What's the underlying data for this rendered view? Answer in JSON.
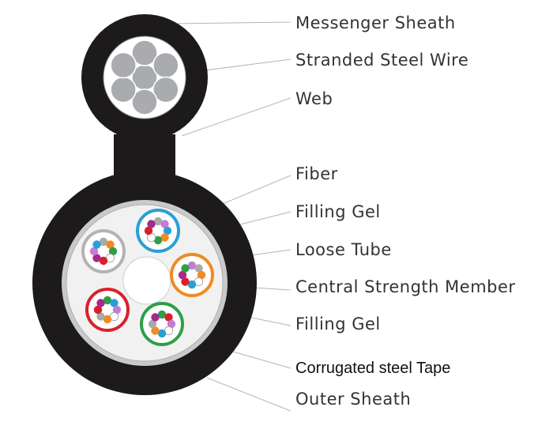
{
  "labels": [
    "Messenger Sheath",
    "Stranded Steel Wire",
    "Web",
    "Fiber",
    "Filling Gel",
    "Loose Tube",
    "Central Strength Member",
    "Filling Gel",
    "Corrugated steel Tape",
    "Outer Sheath"
  ],
  "colors": {
    "sheath": "#1c1a1a",
    "steel_wire": "#a9abae",
    "gel": "#f1f1f1",
    "tape": "#c9c9c9",
    "leader": "#b5b5b5",
    "tube_colors": [
      "#b3b3b3",
      "#2a9fd6",
      "#f08a24",
      "#2e9e48",
      "#d9202a"
    ],
    "fiber_colors": [
      "#2a9fd6",
      "#f08a24",
      "#2e9e48",
      "#d9202a",
      "#c57bd6",
      "#a9a9a9",
      "#ffffff",
      "#a52a8a"
    ]
  },
  "icons": [
    "cable-cross-section-icon"
  ]
}
